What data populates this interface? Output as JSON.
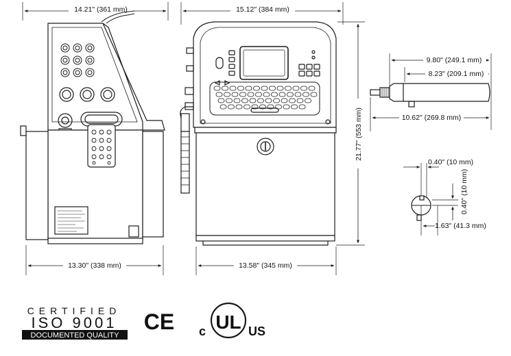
{
  "dimensions": {
    "side_top_width": "14.21\" (361 mm)",
    "side_bottom_width": "13.30\" (338 mm)",
    "front_top_width": "15.12\" (384 mm)",
    "front_bottom_width": "13.58\" (345 mm)",
    "front_height": "21.77\" (553 mm)",
    "head_total_length": "9.80\" (249.1 mm)",
    "head_body_length": "8.23\" (209.1 mm)",
    "head_overall_length": "10.62\" (269.8 mm)",
    "nozzle_width": "0.40\" (10 mm)",
    "nozzle_height": "0.40\" (10 mm)",
    "nozzle_offset": "1.63\" (41.3 mm)"
  },
  "certifications": {
    "iso_certified": "CERTIFIED",
    "iso_standard": "ISO 9001",
    "iso_quality": "DOCUMENTED QUALITY",
    "ce_mark": "CE",
    "ul_c": "c",
    "ul_mark": "UL",
    "ul_us": "US"
  },
  "colors": {
    "line": "#1a1a1a",
    "iso_band": "#111111"
  }
}
